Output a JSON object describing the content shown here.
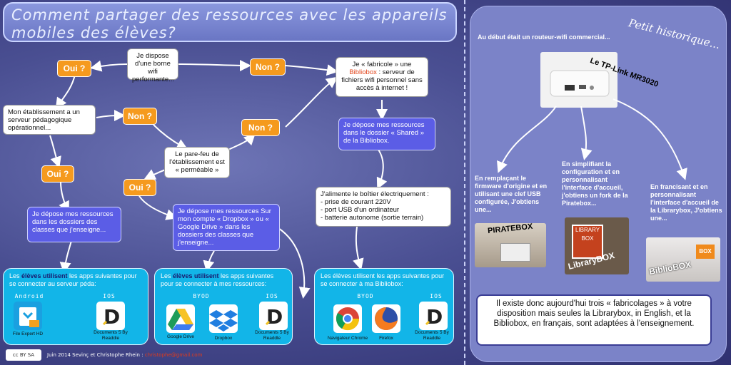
{
  "title": {
    "line1": "Comment partager des ressources avec les appareils",
    "line2": "mobiles des élèves?"
  },
  "flow": {
    "q_borne": "Je dispose d'une borne wifi performante...",
    "q_serveur": "Mon établissement a un serveur pédagogique opérationnel...",
    "q_parefeu": "Le pare-feu de l'établissement est « perméable »",
    "fabricole_pre": "Je « fabricole » une ",
    "fabricole_brand": "Bibliobox",
    "fabricole_post": " : serveur de fichiers wifi personnel sans accès à internet !",
    "oui": "Oui ?",
    "non": "Non ?",
    "blue_classes": "Je dépose mes ressources dans les dossiers des classes que j'enseigne...",
    "blue_dropbox": "Je dépose mes ressources Sur mon compte « Dropbox » ou « Google Drive » dans les dossiers des classes que j'enseigne...",
    "blue_shared": "Je dépose mes ressources dans le dossier « Shared » de la Bibliobox.",
    "power_title": "J'alimente le boîtier électriquement :",
    "power_items": [
      "- prise de courant 220V",
      "- port USB d'un ordinateur",
      "- batterie autonome (sortie terrain)"
    ]
  },
  "boxes": [
    {
      "pre": "Les ",
      "bold": "élèves utilisent",
      "post": " les apps suivantes pour se connecter au serveur péda:",
      "os_labels": [
        "Android",
        "IOS"
      ],
      "apps": [
        {
          "name": "File Expert HD",
          "icon": "file-expert-icon"
        },
        {
          "name": "Documents 5 By Readdle",
          "icon": "documents-icon"
        }
      ]
    },
    {
      "pre": "Les ",
      "bold": "élèves utilisent",
      "post": " les apps suivantes pour se connecter à mes ressources:",
      "os_labels": [
        "BYOD",
        "IOS"
      ],
      "apps": [
        {
          "name": "Google Drive",
          "icon": "google-drive-icon"
        },
        {
          "name": "Dropbox",
          "icon": "dropbox-icon"
        },
        {
          "name": "Documents 5 By Readdle",
          "icon": "documents-icon"
        }
      ]
    },
    {
      "pre": "Les élèves utilisent les apps suivantes pour se connecter à ma Bibliobox:",
      "bold": "",
      "post": "",
      "os_labels": [
        "BYOD",
        "IOS"
      ],
      "apps": [
        {
          "name": "Navigateur Chrome",
          "icon": "chrome-icon"
        },
        {
          "name": "Firefox",
          "icon": "firefox-icon"
        },
        {
          "name": "Documents 5 By Readdle",
          "icon": "documents-icon"
        }
      ]
    }
  ],
  "right": {
    "heading": "Petit historique...",
    "intro": "Au début était un routeur-wifi commercial...",
    "router_label": "Le TP-Link MR3020",
    "col1": "En remplaçant le firmware d'origine et en utilisant une clef USB configurée, J'obtiens une...",
    "col2": "En simplifiant la configuration et en personnalisant l'interface d'accueil, j'obtiens un fork de la Piratebox...",
    "col3": "En francisant et en personnalisant l'interface d'accueil de la Librarybox, J'obtiens une...",
    "photo1": "PIRATEBOX",
    "photo2": "LibraryBOX",
    "photo2_box": "LIBRARY BOX",
    "photo3": "BiblioBOX",
    "photo3_box": "BOX",
    "conclusion": "Il existe donc aujourd'hui trois « fabricolages » à votre disposition mais seules la Librarybox, in English, et la Bibliobox, en français, sont adaptées à l'enseignement."
  },
  "footer": {
    "cc": "cc BY SA",
    "credit": "Juin 2014 Sevinç et Christophe Rhein :",
    "contact": "christophe@gmail.com"
  },
  "colors": {
    "orange": "#f59a1e",
    "blue": "#5b5de6",
    "cyan": "#12b5e8",
    "brand_red": "#e2441a"
  }
}
